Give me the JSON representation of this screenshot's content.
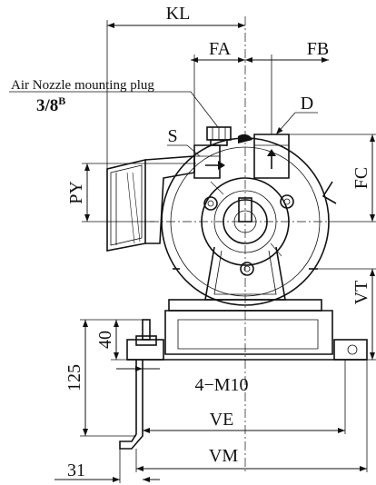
{
  "labels": {
    "kl": "KL",
    "fa": "FA",
    "fb": "FB",
    "air_nozzle": "Air Nozzle mounting plug",
    "plug_size": "3/8",
    "plug_size_sup": "B",
    "s": "S",
    "d": "D",
    "py": "PY",
    "fc": "FC",
    "vt": "VT",
    "dim_40": "40",
    "dim_125": "125",
    "bolt": "4−M10",
    "ve": "VE",
    "vm": "VM",
    "dim_31": "31"
  }
}
